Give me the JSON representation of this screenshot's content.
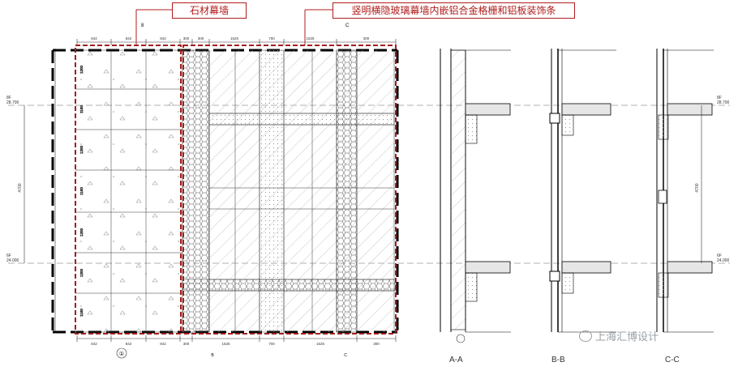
{
  "callouts": {
    "stone": "石材幕墙",
    "glass": "竖明横隐玻璃幕墙内嵌铝合金格栅和铝板装饰条"
  },
  "grid_markers": {
    "top_left": "8",
    "top_mid": "C",
    "bottom": [
      "①",
      "B",
      "C"
    ]
  },
  "section_labels": {
    "aa": "A-A",
    "bb": "B-B",
    "cc": "C-C"
  },
  "levels": {
    "upper": "28.700",
    "lower": "24.000",
    "upper_tag": "8F",
    "lower_tag": "6F"
  },
  "dims": {
    "top": [
      "842",
      "842",
      "842",
      "300",
      "300",
      "1525",
      "700",
      "1525",
      "300"
    ],
    "left": [
      "1200",
      "1160",
      "1200",
      "1160",
      "1200",
      "1200",
      "1160"
    ],
    "height_total": "4700",
    "side_total": "4700",
    "bottom": [
      "842",
      "842",
      "842",
      "300",
      "1525",
      "700",
      "1525",
      "300"
    ]
  },
  "watermark": "上海汇博设计"
}
